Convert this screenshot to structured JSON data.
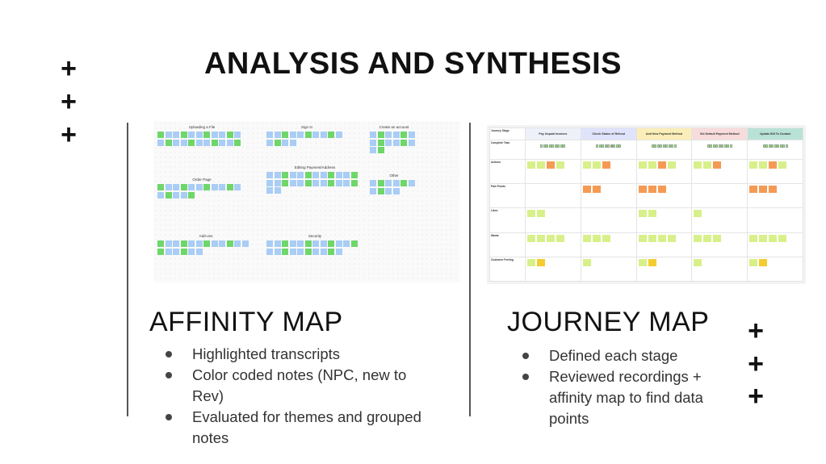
{
  "title": "ANALYSIS AND SYNTHESIS",
  "decor": {
    "plus": "+"
  },
  "affinity": {
    "heading": "AFFINITY MAP",
    "bullets": [
      "Highlighted transcripts",
      "Color coded notes (NPC, new to Rev)",
      "Evaluated for themes and grouped notes"
    ],
    "groups": [
      "Uploading a File",
      "Sign In",
      "Create an account",
      "Order Page",
      "Editing Payment/Address",
      "Other",
      "Add-ons",
      "Security"
    ],
    "colors": {
      "blue": "#a9cdf5",
      "green": "#6fd66a"
    }
  },
  "journey": {
    "heading": "JOURNEY MAP",
    "bullets": [
      "Defined each stage",
      "Reviewed recordings + affinity map to find data points"
    ],
    "stages": [
      {
        "label": "Pay Unpaid Invoices",
        "color": "#eef0fa"
      },
      {
        "label": "Check Status of Refund",
        "color": "#dfe3fb"
      },
      {
        "label": "Add New Payment Method",
        "color": "#fbeeb8"
      },
      {
        "label": "Set Default Payment Method",
        "color": "#f8dcdc"
      },
      {
        "label": "Update Bill To Contact",
        "color": "#b9e2d6"
      }
    ],
    "rows": [
      "Journey Stage",
      "Complete Task",
      "Actions",
      "Pain Points",
      "Likes",
      "Wants",
      "Customer Feeling"
    ]
  }
}
